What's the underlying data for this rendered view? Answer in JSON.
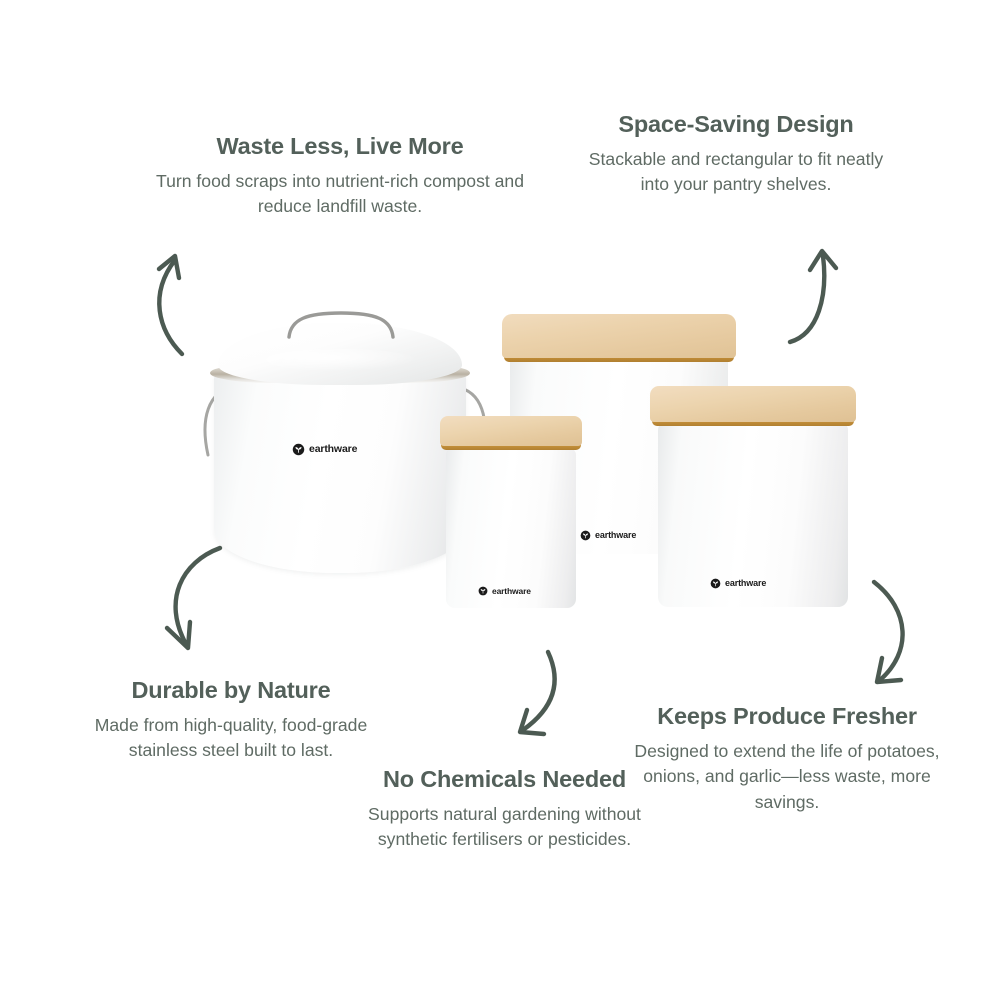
{
  "page": {
    "background_color": "#ffffff",
    "heading_color": "#53605a",
    "body_color": "#5f6b64",
    "arrow_color": "#4c5a52"
  },
  "brand": {
    "name": "earthware",
    "logo_icon": "leaf-in-circle-icon",
    "text_color": "#1b1b1b"
  },
  "features": [
    {
      "id": "waste-less",
      "title": "Waste Less, Live More",
      "body": "Turn food scraps into nutrient-rich compost and reduce landfill waste."
    },
    {
      "id": "space-saving",
      "title": "Space-Saving Design",
      "body": "Stackable and rectangular to fit neatly into your pantry shelves."
    },
    {
      "id": "durable",
      "title": "Durable by Nature",
      "body": "Made from high-quality, food-grade stainless steel built to last."
    },
    {
      "id": "no-chemicals",
      "title": "No Chemicals Needed",
      "body": "Supports natural gardening without synthetic fertilisers or pesticides."
    },
    {
      "id": "produce-fresher",
      "title": "Keeps Produce Fresher",
      "body": "Designed to extend the life of potatoes, onions, and garlic—less waste, more savings."
    }
  ],
  "products": [
    {
      "id": "compost-bin",
      "name": "compost bin with domed lid",
      "body_color": "#ffffff",
      "rim_color": "#b9b1a3",
      "handle_color": "#9a9a97",
      "brand_label": "earthware"
    },
    {
      "id": "large-canister",
      "name": "large rectangular canister with bamboo lid",
      "body_color": "#ffffff",
      "lid_color": "#ecd3ad",
      "lid_edge_color": "#c08c37",
      "brand_label": "earthware"
    },
    {
      "id": "tall-canister",
      "name": "tall canister with bamboo lid",
      "body_color": "#ffffff",
      "lid_color": "#ecd4ae",
      "lid_edge_color": "#c18d38",
      "brand_label": "earthware"
    },
    {
      "id": "small-canister",
      "name": "small canister with bamboo lid",
      "body_color": "#ffffff",
      "lid_color": "#ecd4ae",
      "lid_edge_color": "#c18d38",
      "brand_label": "earthware"
    }
  ],
  "arrows": [
    {
      "id": "top-left",
      "direction": "curves up pointing to Waste Less, Live More"
    },
    {
      "id": "top-right",
      "direction": "curves up pointing to Space-Saving Design"
    },
    {
      "id": "bottom-left",
      "direction": "curves down pointing to Durable by Nature"
    },
    {
      "id": "bottom-center",
      "direction": "curves down-left pointing to No Chemicals Needed"
    },
    {
      "id": "bottom-right",
      "direction": "curves down-left pointing to Keeps Produce Fresher"
    }
  ]
}
